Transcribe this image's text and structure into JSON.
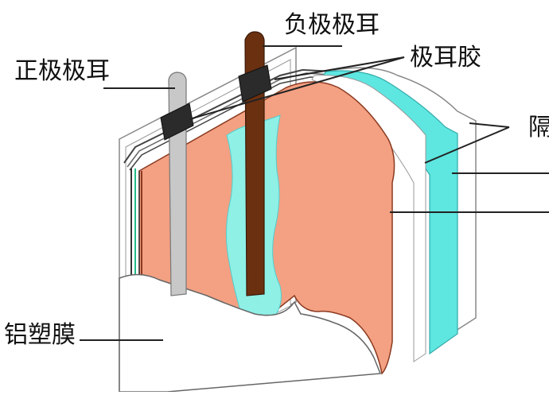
{
  "labels": {
    "negative_tab": "负极极耳",
    "positive_tab": "正极极耳",
    "tab_glue": "极耳胶",
    "aluminum_film": "铝塑膜",
    "separator_partial": "隔"
  },
  "colors": {
    "electrode": "#f4a082",
    "electrode_edge": "#8a3a20",
    "separator": "#5ee6e0",
    "separator_light": "#8ff0e6",
    "negative_tab": "#6b3010",
    "positive_tab": "#c8c8c8",
    "tab_glue": "#2b2b2b",
    "pouch": "#ffffff",
    "outline": "#555555"
  }
}
